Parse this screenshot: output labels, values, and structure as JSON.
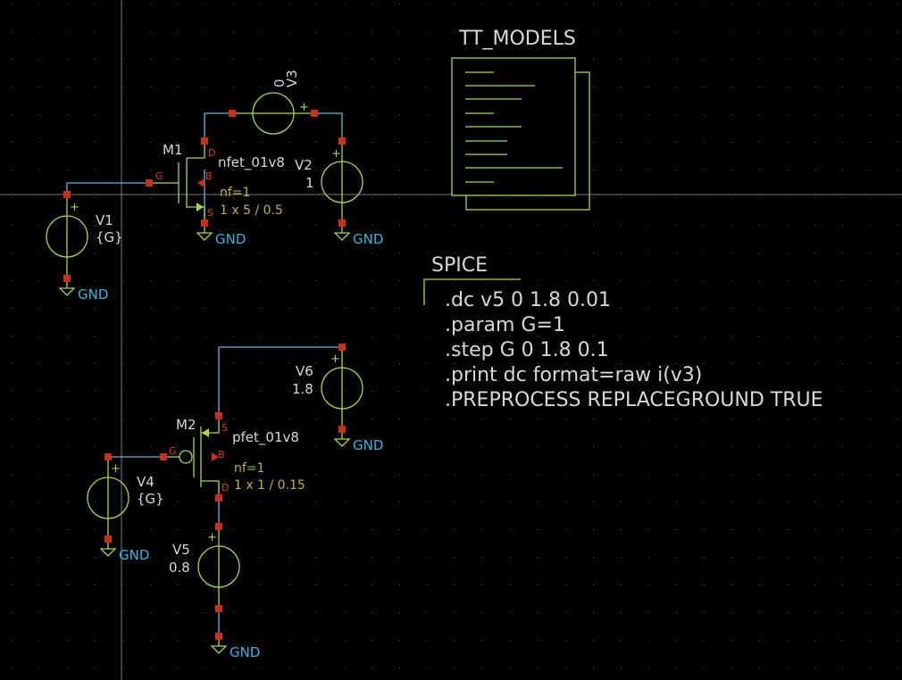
{
  "title": "Schematic editor",
  "models_block": {
    "label": "TT_MODELS"
  },
  "spice_block": {
    "label": "SPICE",
    "lines": [
      ".dc v5 0 1.8 0.01",
      ".param G=1",
      ".step G 0 1.8 0.1",
      ".print dc format=raw i(v3)",
      ".PREPROCESS REPLACEGROUND TRUE"
    ]
  },
  "components": {
    "m1": {
      "name": "M1",
      "model": "nfet_01v8",
      "nf": "nf=1",
      "size": "1 x 5 / 0.5",
      "pins": {
        "d": "D",
        "g": "G",
        "b": "B",
        "s": "S"
      }
    },
    "m2": {
      "name": "M2",
      "model": "pfet_01v8",
      "nf": "nf=1",
      "size": "1 x 1 / 0.15",
      "pins": {
        "d": "D",
        "g": "G",
        "b": "B",
        "s": "S"
      }
    },
    "v1": {
      "name": "V1",
      "value": "{G}"
    },
    "v2": {
      "name": "V2",
      "value": "1"
    },
    "v3": {
      "name": "V3",
      "value": "0"
    },
    "v4": {
      "name": "V4",
      "value": "{G}"
    },
    "v5": {
      "name": "V5",
      "value": "0.8"
    },
    "v6": {
      "name": "V6",
      "value": "1.8"
    }
  },
  "gnd_label": "GND",
  "plus": "+"
}
